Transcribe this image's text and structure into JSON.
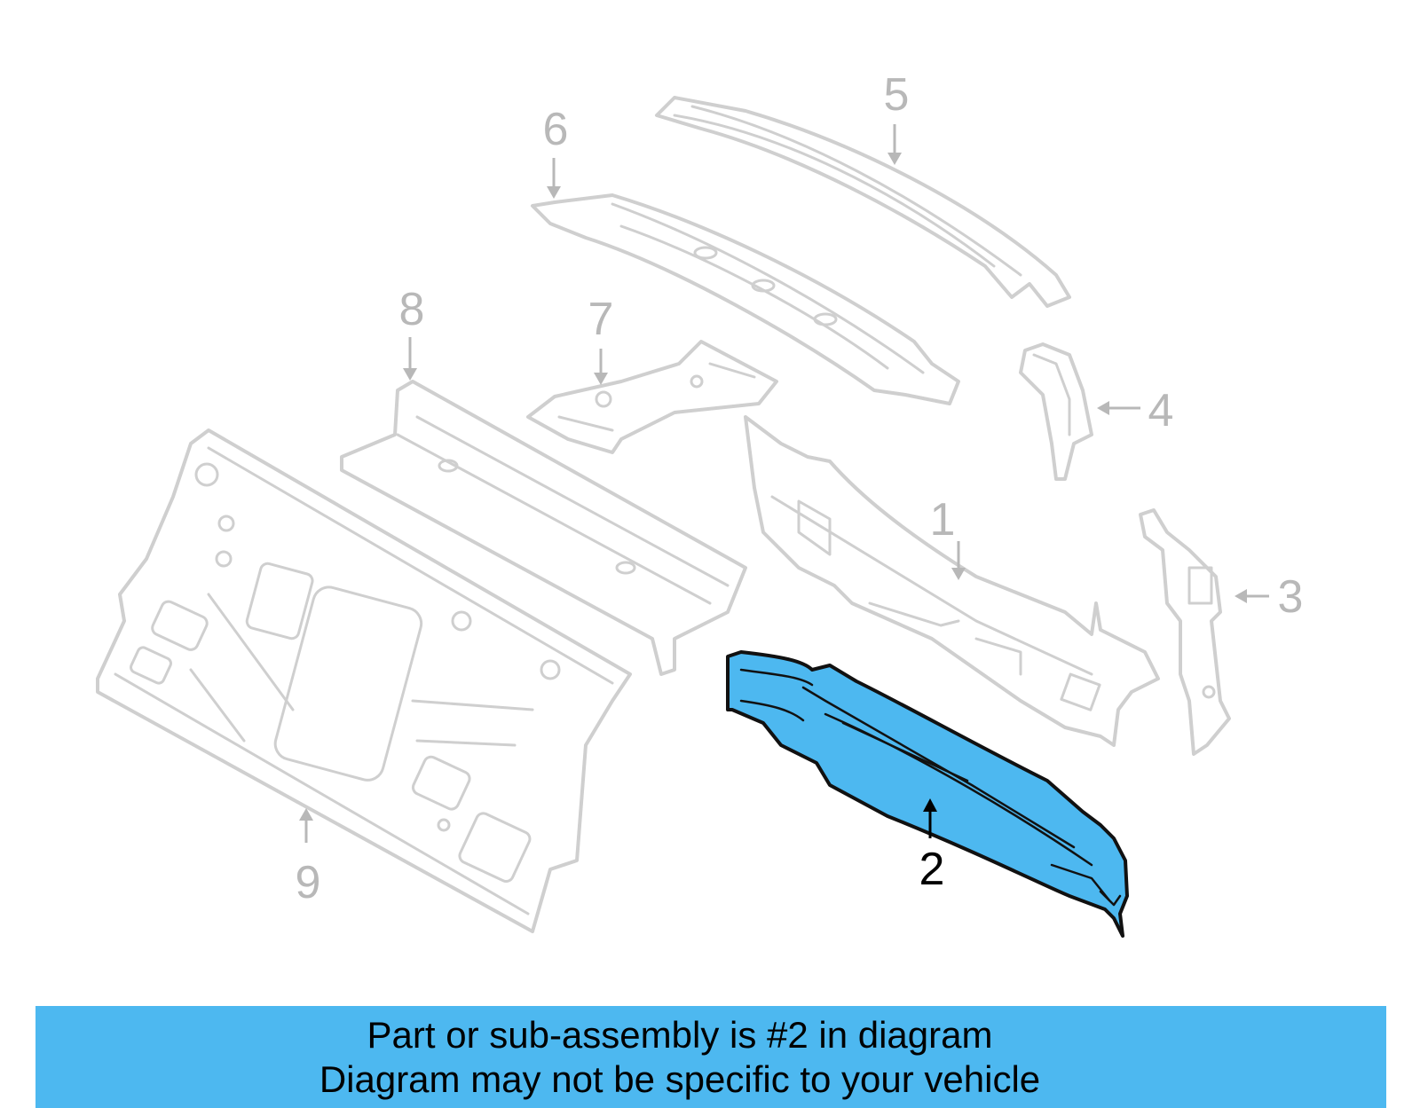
{
  "diagram": {
    "highlight_color": "#4DB8F0",
    "callouts": [
      {
        "label": "1",
        "highlighted": false
      },
      {
        "label": "2",
        "highlighted": true
      },
      {
        "label": "3",
        "highlighted": false
      },
      {
        "label": "4",
        "highlighted": false
      },
      {
        "label": "5",
        "highlighted": false
      },
      {
        "label": "6",
        "highlighted": false
      },
      {
        "label": "7",
        "highlighted": false
      },
      {
        "label": "8",
        "highlighted": false
      },
      {
        "label": "9",
        "highlighted": false
      }
    ]
  },
  "banner": {
    "background": "#4DB8F0",
    "line1": "Part or sub-assembly is #2 in diagram",
    "line2": "Diagram may not be specific to your vehicle"
  }
}
